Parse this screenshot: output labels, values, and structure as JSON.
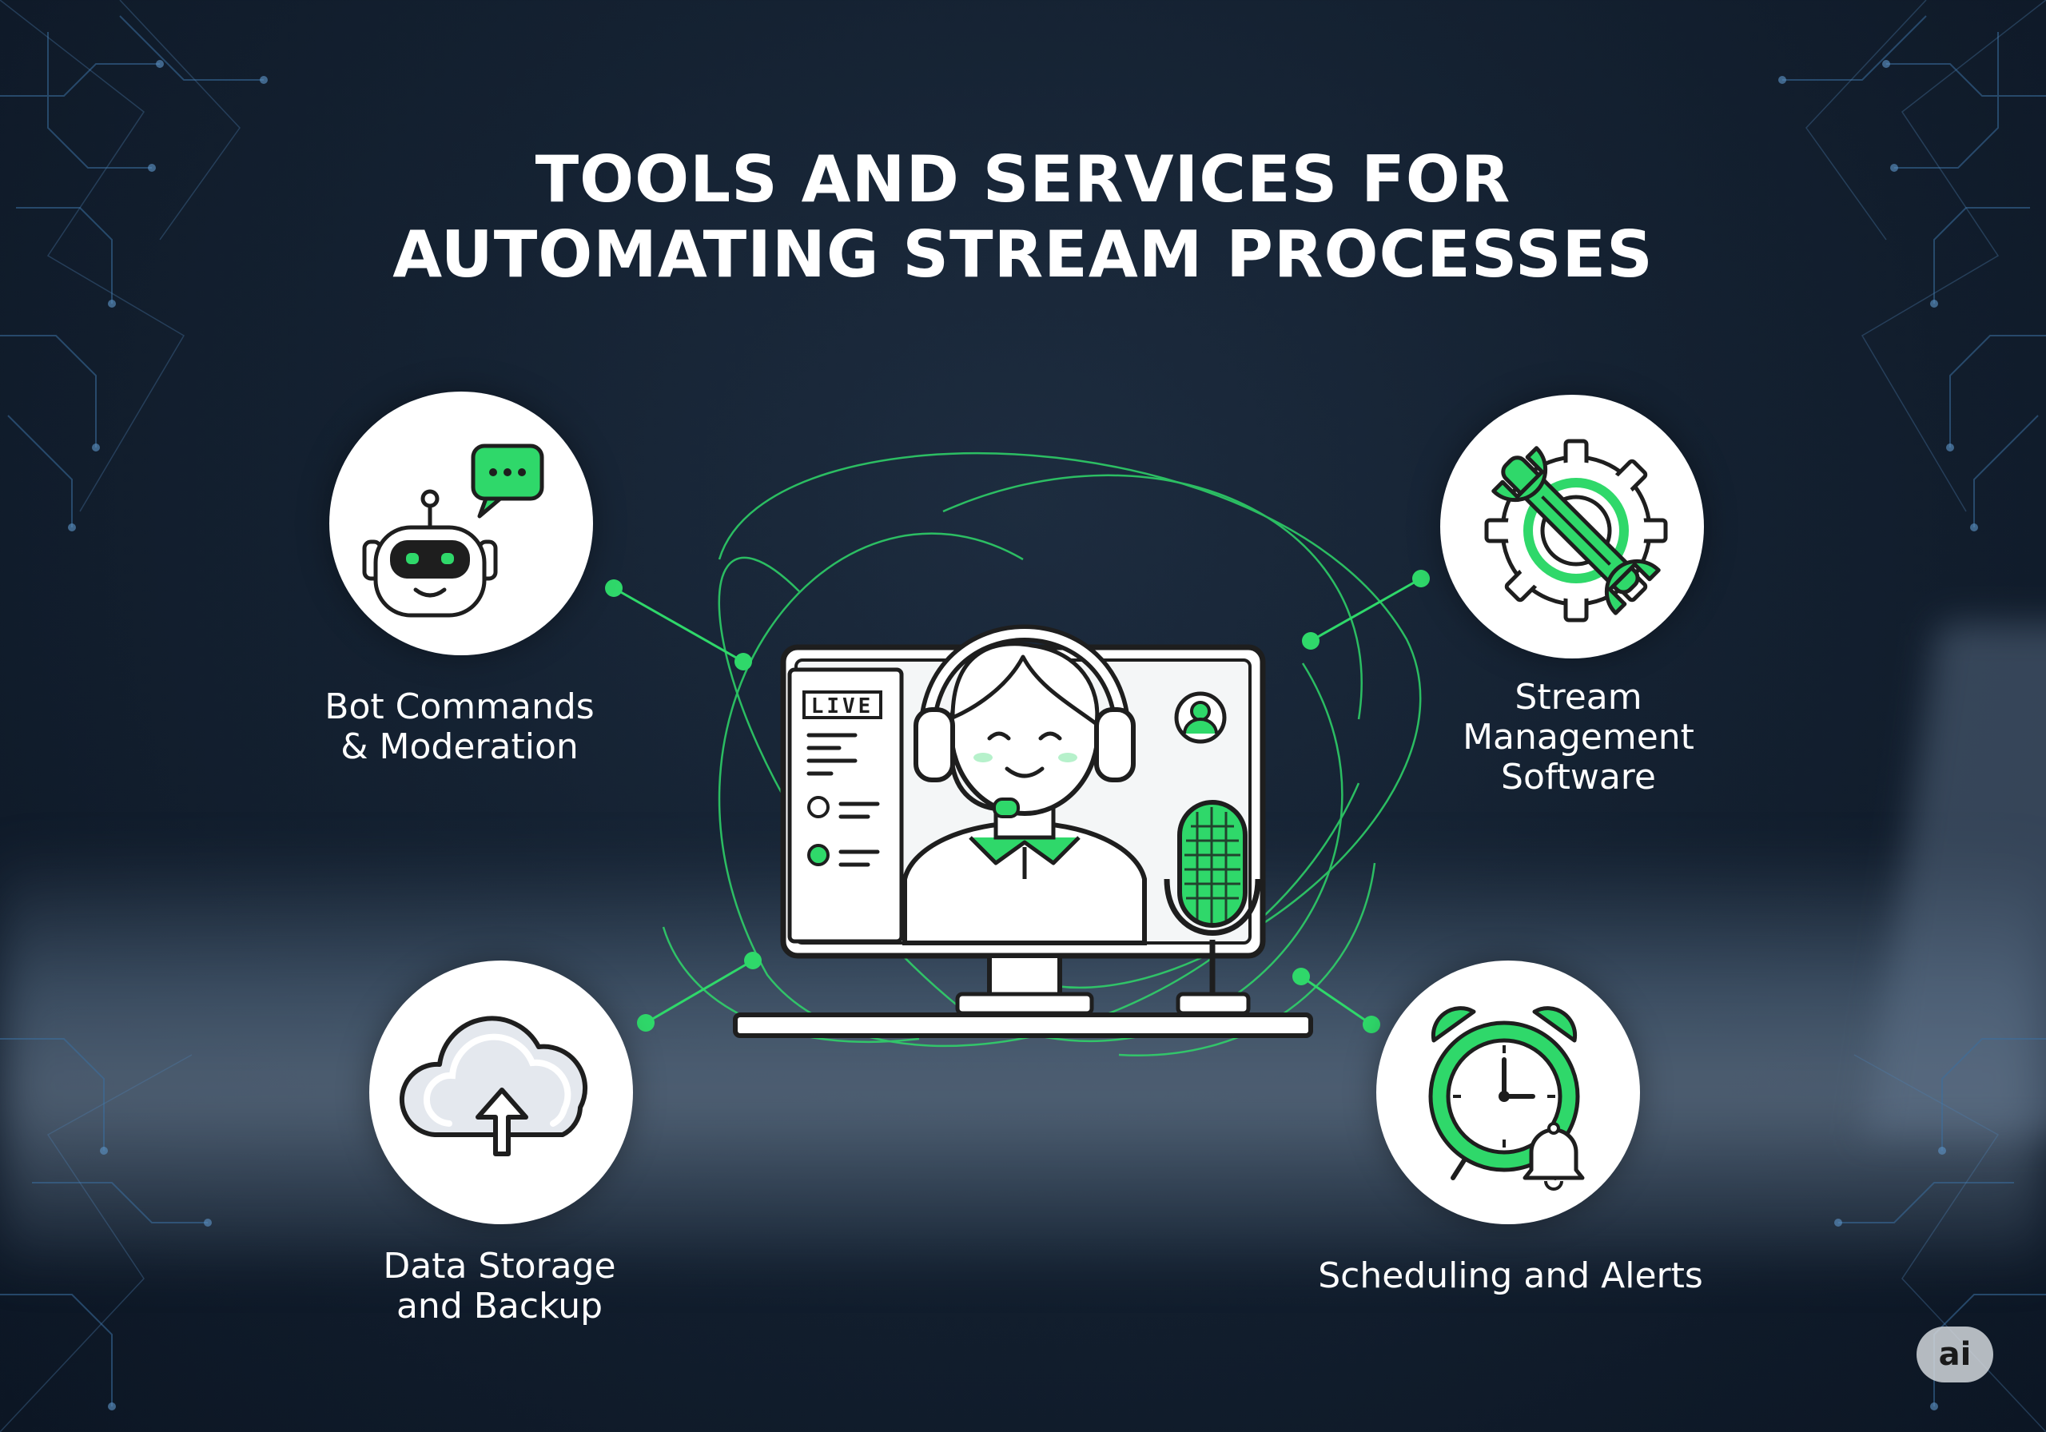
{
  "title": {
    "line1": "TOOLS AND SERVICES FOR",
    "line2": "AUTOMATING STREAM PROCESSES"
  },
  "nodes": [
    {
      "id": "bot",
      "label": "Bot Commands\n& Moderation",
      "icon": "chatbot-icon"
    },
    {
      "id": "stream-mgmt",
      "label": "Stream\nManagement\nSoftware",
      "icon": "gear-wrench-icon"
    },
    {
      "id": "storage",
      "label": "Data Storage\nand Backup",
      "icon": "cloud-upload-icon"
    },
    {
      "id": "scheduling",
      "label": "Scheduling and Alerts",
      "icon": "alarm-clock-icon"
    }
  ],
  "hub": {
    "live_label": "LIVE",
    "icon": "streamer-monitor-icon"
  },
  "badge": "ai",
  "colors": {
    "accent": "#2fd86a",
    "background": "#142131",
    "text": "#ffffff",
    "outline": "#1e1e1e"
  }
}
